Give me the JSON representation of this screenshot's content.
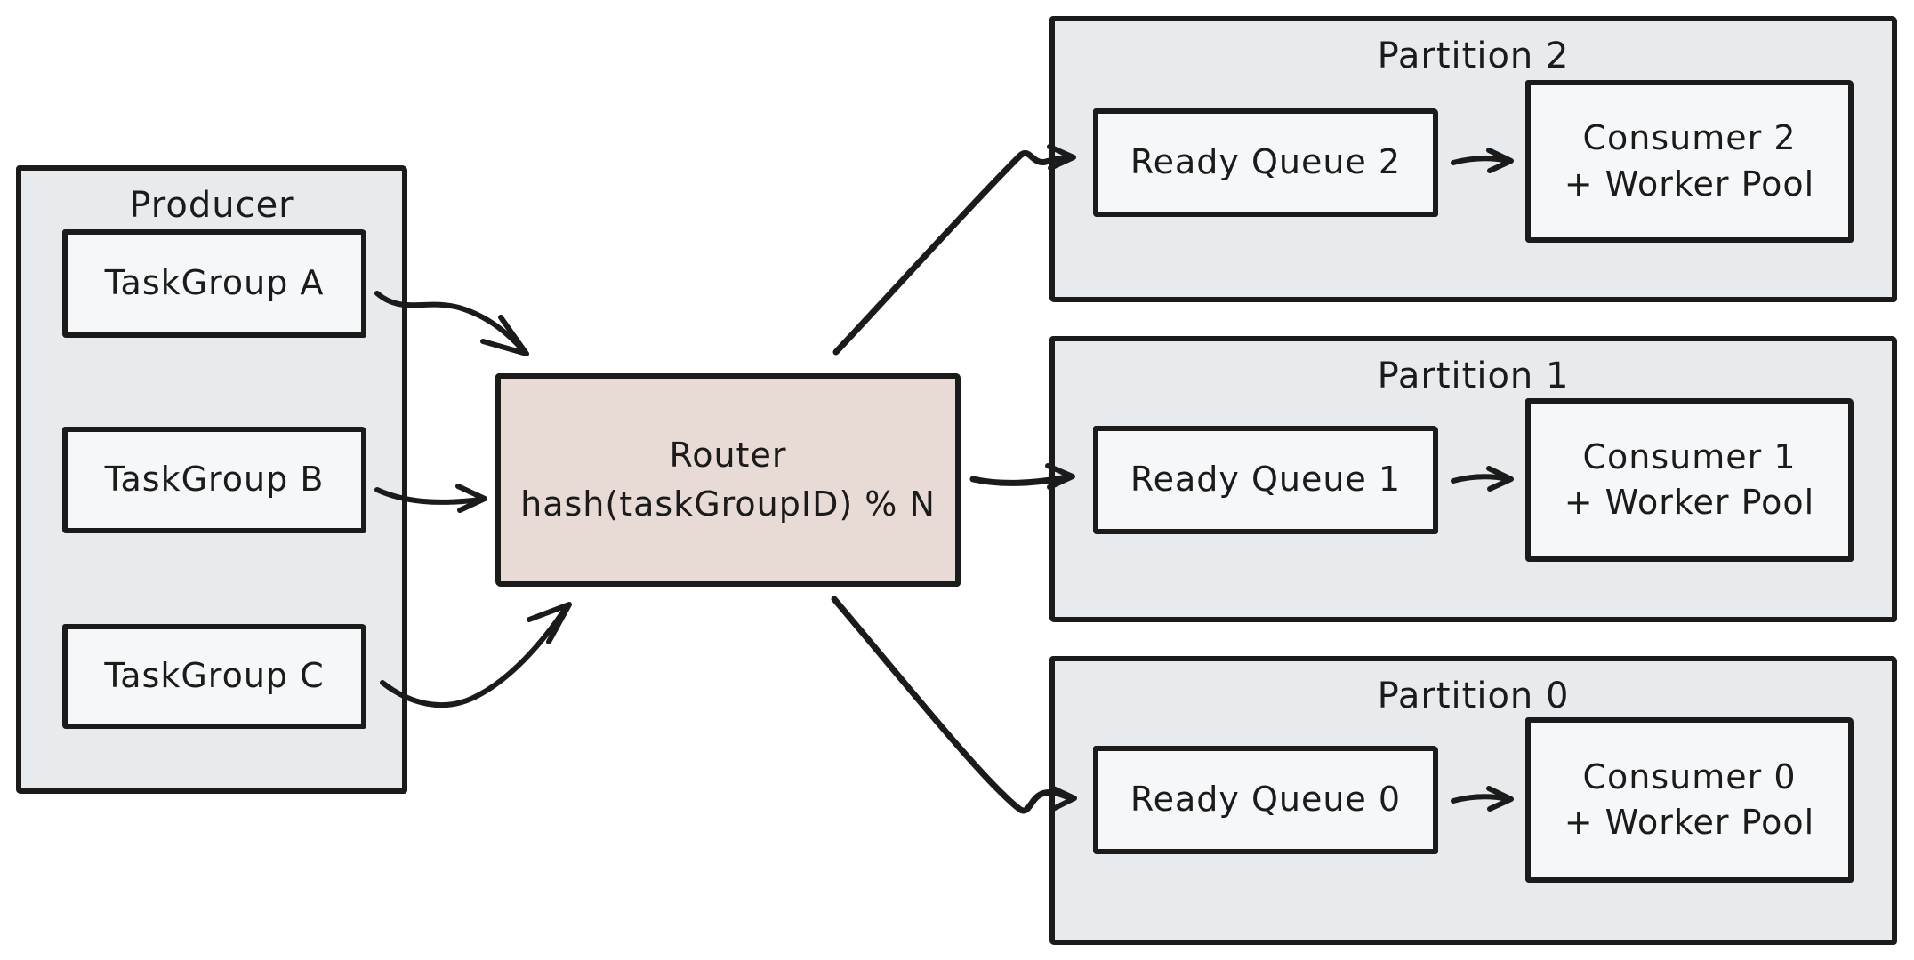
{
  "colors": {
    "canvas-bg": "#ffffff",
    "container-fill": "#e8ebed",
    "inner-fill": "#f6f7f8",
    "router-fill": "#e8dad4",
    "stroke": "#1b1b1b",
    "text": "#1b1b1b"
  },
  "producer": {
    "title": "Producer",
    "task_groups": [
      {
        "label": "TaskGroup A"
      },
      {
        "label": "TaskGroup B"
      },
      {
        "label": "TaskGroup C"
      }
    ]
  },
  "router": {
    "title": "Router",
    "formula": "hash(taskGroupID) % N"
  },
  "partitions": [
    {
      "title": "Partition 2",
      "queue_label": "Ready Queue 2",
      "consumer_line1": "Consumer 2",
      "consumer_line2": "+ Worker Pool"
    },
    {
      "title": "Partition 1",
      "queue_label": "Ready Queue 1",
      "consumer_line1": "Consumer 1",
      "consumer_line2": "+ Worker Pool"
    },
    {
      "title": "Partition 0",
      "queue_label": "Ready Queue 0",
      "consumer_line1": "Consumer 0",
      "consumer_line2": "+ Worker Pool"
    }
  ],
  "edges": [
    {
      "from": "TaskGroup A",
      "to": "Router"
    },
    {
      "from": "TaskGroup B",
      "to": "Router"
    },
    {
      "from": "TaskGroup C",
      "to": "Router"
    },
    {
      "from": "Router",
      "to": "Ready Queue 2"
    },
    {
      "from": "Router",
      "to": "Ready Queue 1"
    },
    {
      "from": "Router",
      "to": "Ready Queue 0"
    },
    {
      "from": "Ready Queue 2",
      "to": "Consumer 2 + Worker Pool"
    },
    {
      "from": "Ready Queue 1",
      "to": "Consumer 1 + Worker Pool"
    },
    {
      "from": "Ready Queue 0",
      "to": "Consumer 0 + Worker Pool"
    }
  ]
}
